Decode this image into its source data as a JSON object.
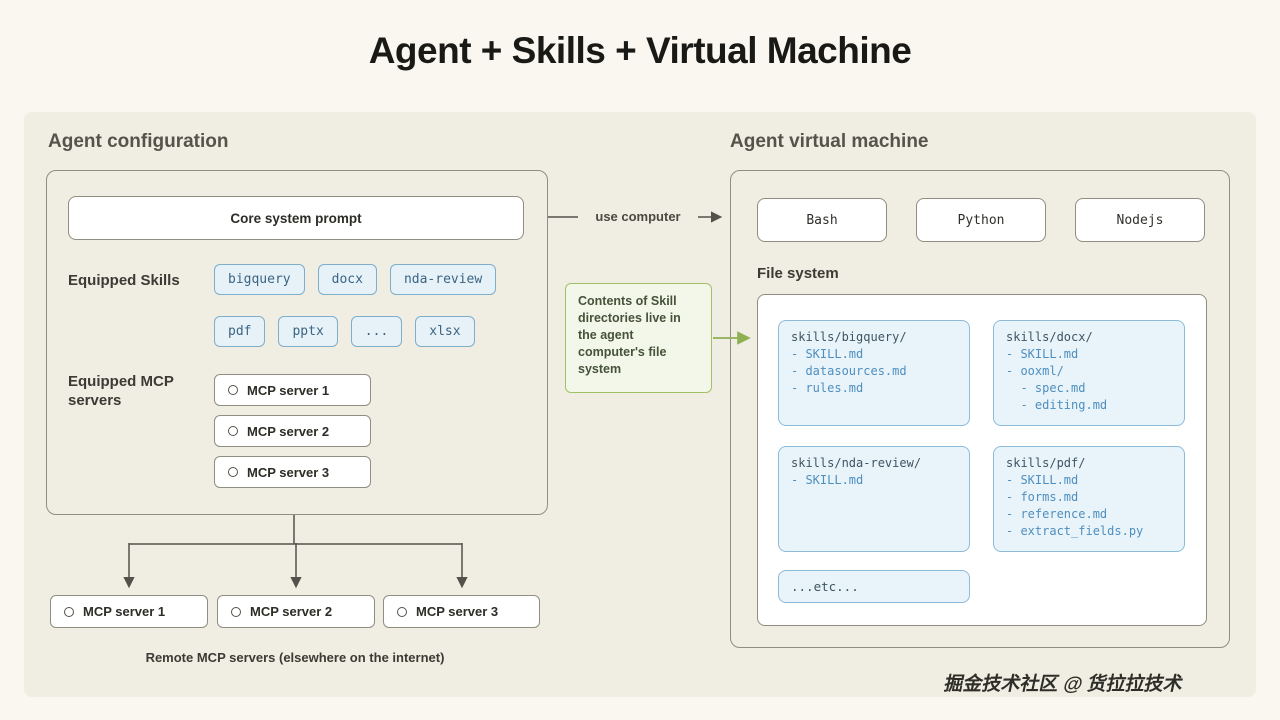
{
  "title": "Agent + Skills + Virtual Machine",
  "watermark": "掘金技术社区 @ 货拉拉技术",
  "agent_config": {
    "heading": "Agent configuration",
    "core_prompt": "Core system prompt",
    "skills_label": "Equipped Skills",
    "skills_row1": [
      "bigquery",
      "docx",
      "nda-review"
    ],
    "skills_row2": [
      "pdf",
      "pptx",
      "...",
      "xlsx"
    ],
    "mcp_label": "Equipped MCP servers",
    "mcp_servers": [
      "MCP server 1",
      "MCP server 2",
      "MCP server 3"
    ]
  },
  "connections": {
    "use_computer_label": "use computer",
    "green_note": "Contents of Skill directories live in the agent computer's file system"
  },
  "vm": {
    "heading": "Agent virtual machine",
    "runtimes": [
      "Bash",
      "Python",
      "Nodejs"
    ],
    "file_system_label": "File system",
    "file_cards": [
      {
        "title": "skills/bigquery/",
        "items": [
          "- SKILL.md",
          "- datasources.md",
          "- rules.md"
        ]
      },
      {
        "title": "skills/docx/",
        "items": [
          "- SKILL.md",
          "- ooxml/",
          "  - spec.md",
          "  - editing.md"
        ]
      },
      {
        "title": "skills/nda-review/",
        "items": [
          "- SKILL.md"
        ]
      },
      {
        "title": "skills/pdf/",
        "items": [
          "- SKILL.md",
          "- forms.md",
          "- reference.md",
          "- extract_fields.py"
        ]
      }
    ],
    "etc_label": "...etc..."
  },
  "remote": {
    "servers": [
      "MCP server 1",
      "MCP server 2",
      "MCP server 3"
    ],
    "caption": "Remote MCP servers (elsewhere on the internet)"
  }
}
